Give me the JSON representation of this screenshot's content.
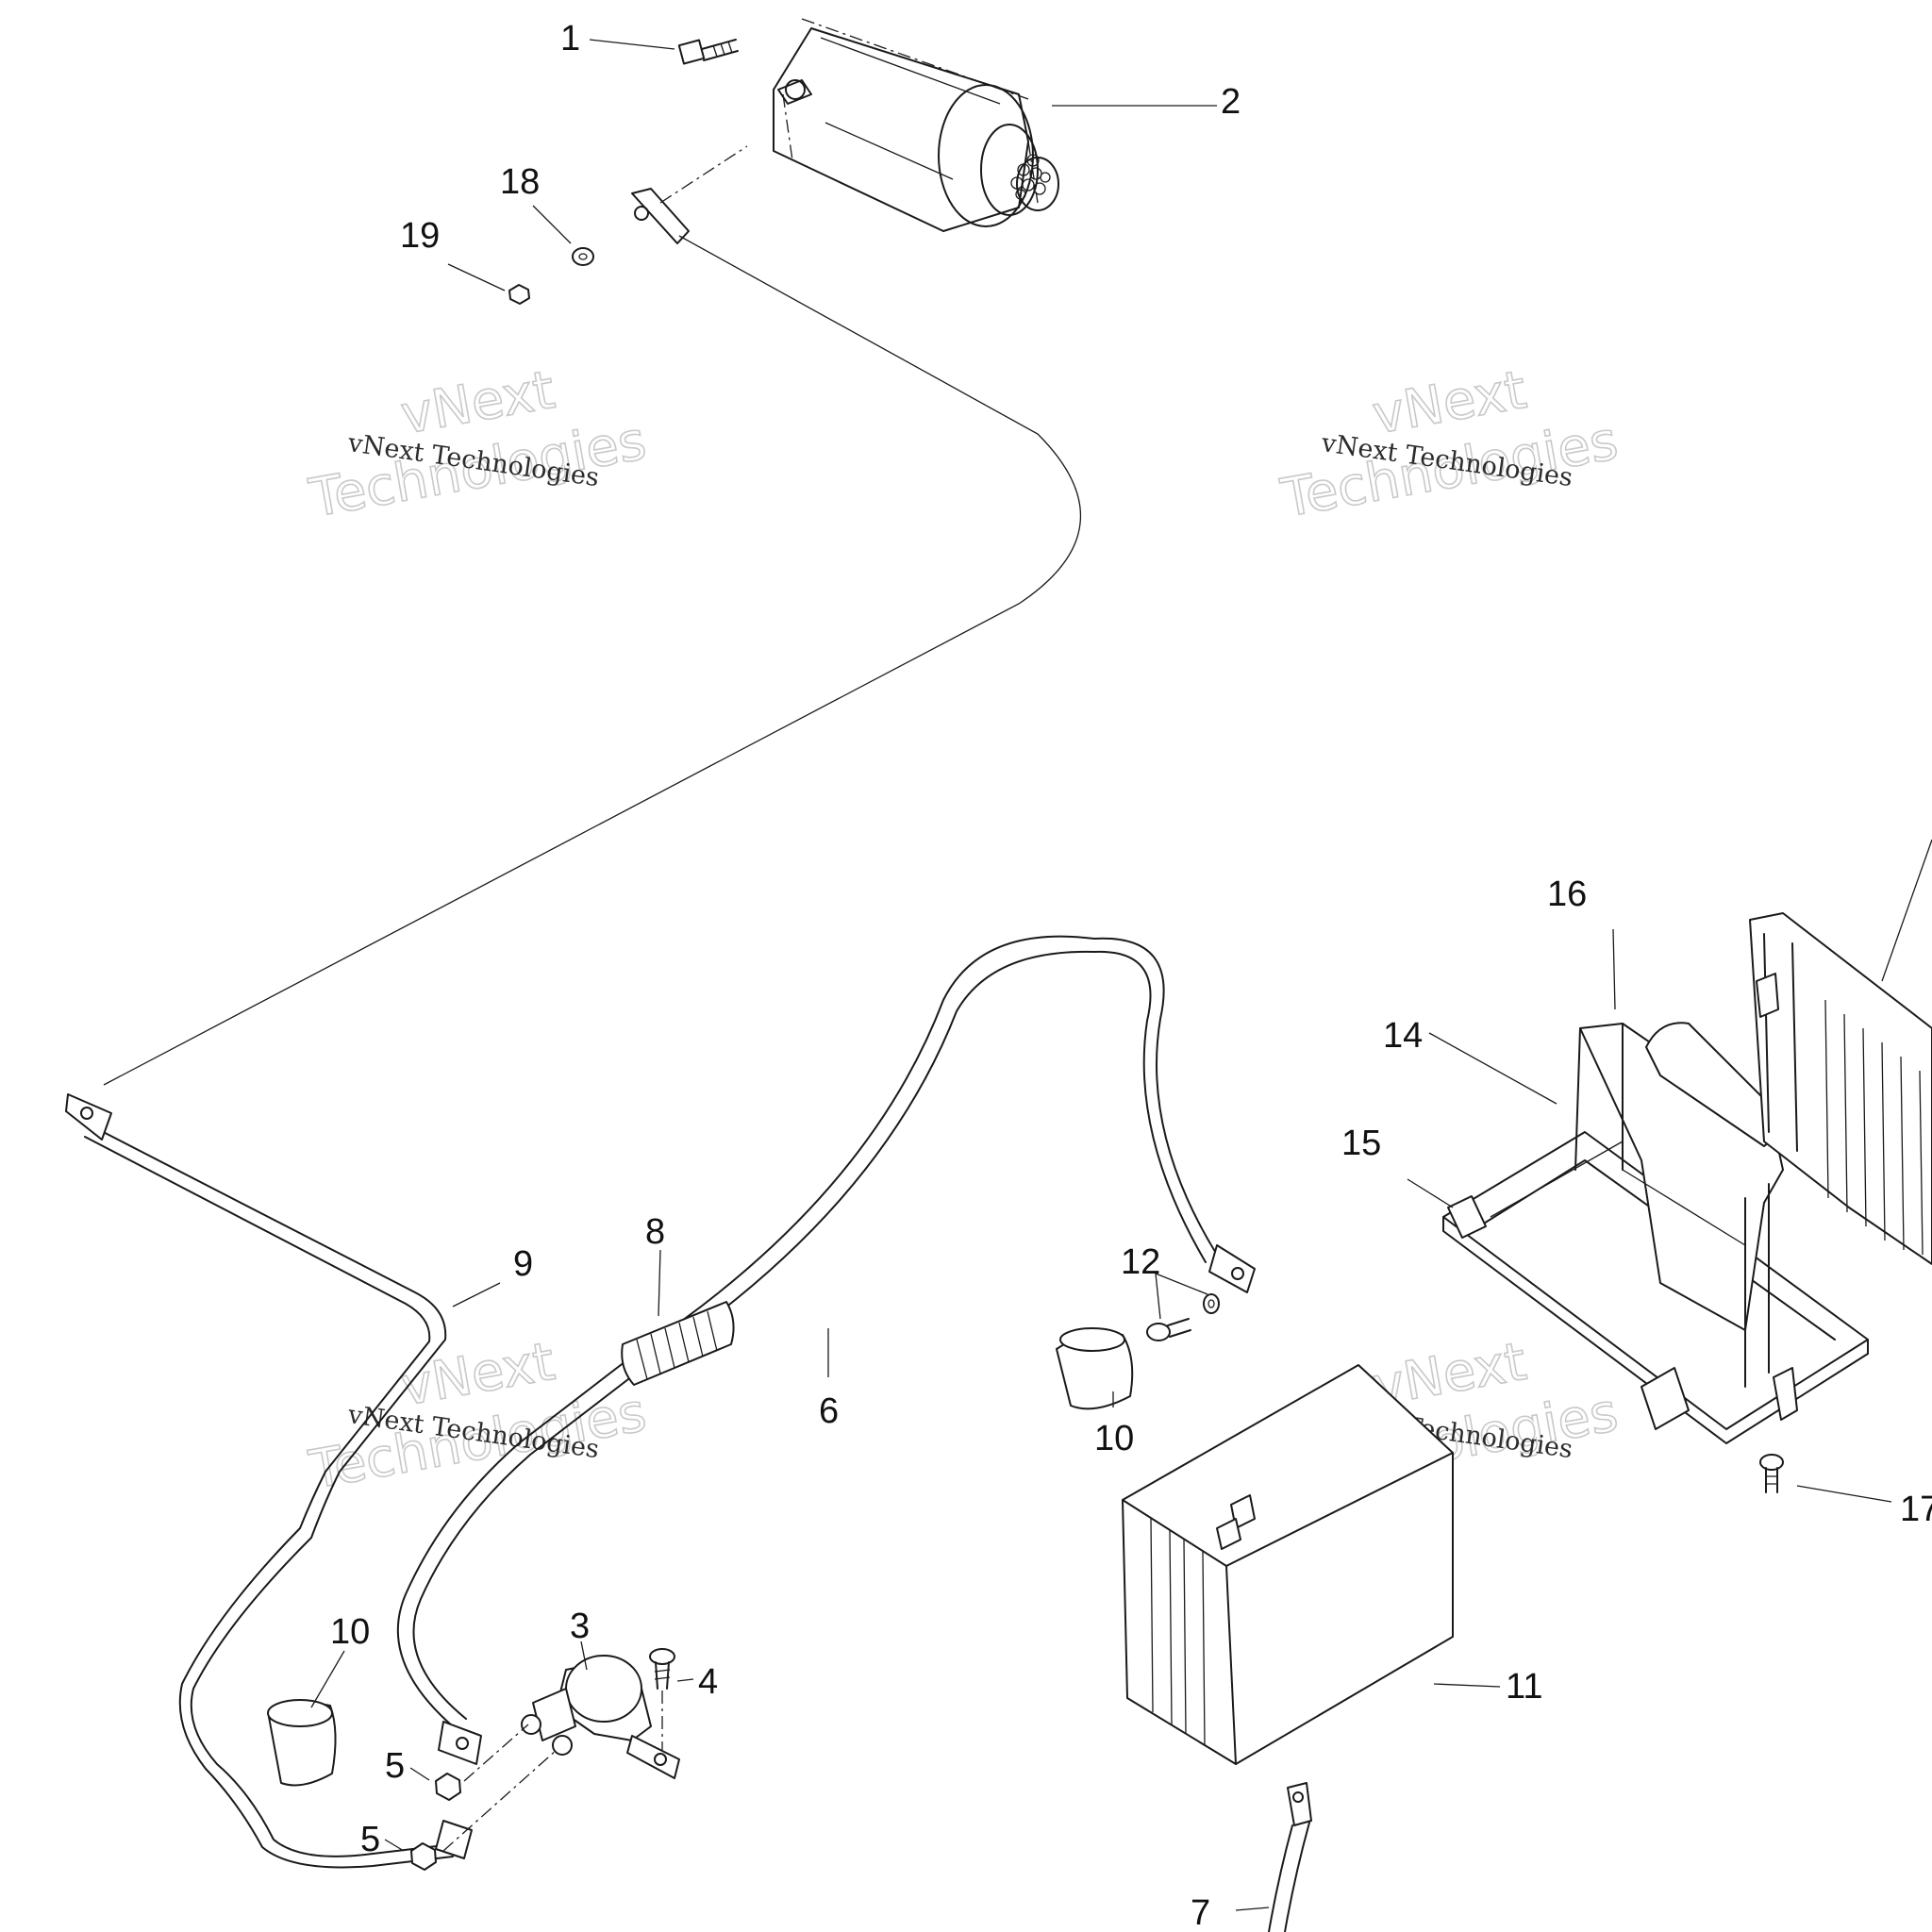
{
  "diagram": {
    "callouts": [
      "1",
      "2",
      "3",
      "4",
      "5",
      "5",
      "6",
      "7",
      "8",
      "9",
      "10",
      "10",
      "11",
      "12",
      "14",
      "15",
      "16",
      "17",
      "18",
      "19"
    ],
    "watermark": {
      "small_text": "vNext Technologies",
      "big_line1": "vNext",
      "big_line2": "Technologies"
    }
  }
}
